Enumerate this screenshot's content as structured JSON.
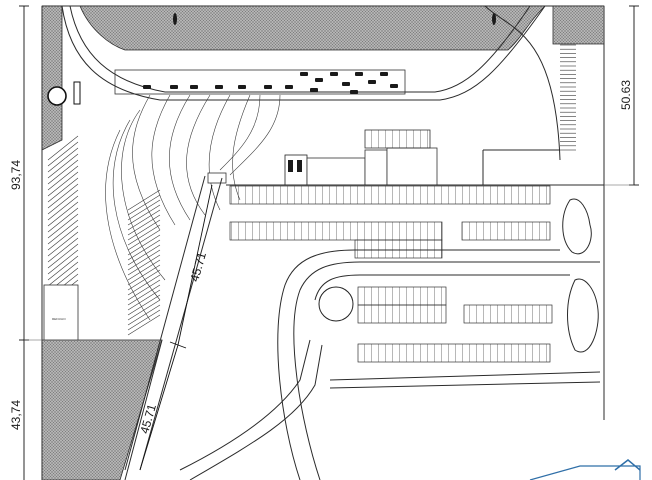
{
  "dimensions": {
    "right_upper": "50.63",
    "left_upper": "93,74",
    "left_lower": "43,74",
    "diag_upper": "45.71",
    "diag_lower": "45.71"
  },
  "colors": {
    "hatch": "#7a7a7a",
    "line": "#2b2b2b",
    "logo": "#2f6fa8"
  }
}
